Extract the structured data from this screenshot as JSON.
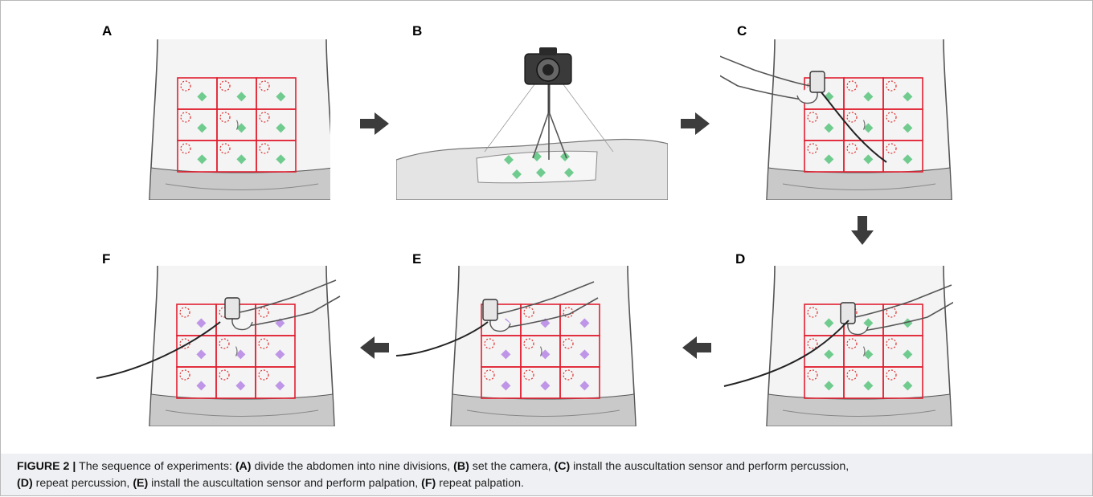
{
  "figure": {
    "panels": [
      {
        "id": "A",
        "label": "A"
      },
      {
        "id": "B",
        "label": "B"
      },
      {
        "id": "C",
        "label": "C"
      },
      {
        "id": "D",
        "label": "D"
      },
      {
        "id": "E",
        "label": "E"
      },
      {
        "id": "F",
        "label": "F"
      }
    ],
    "colors": {
      "grid": "#e02030",
      "circle": "#e03030",
      "green_marker": "#62c784",
      "purple_marker": "#b98ce6",
      "arrow": "#3c3c3c",
      "skin_line": "#555555"
    },
    "sequence_arrows": [
      "right",
      "right",
      "down",
      "left",
      "left"
    ]
  },
  "caption": {
    "figure_label": "FIGURE 2 |",
    "intro": " The sequence of experiments: ",
    "steps": [
      {
        "tag": "(A)",
        "text": " divide the abdomen into nine divisions, "
      },
      {
        "tag": "(B)",
        "text": " set the camera, "
      },
      {
        "tag": "(C)",
        "text": " install the auscultation sensor and perform percussion, "
      },
      {
        "tag": "(D)",
        "text": " repeat percussion, "
      },
      {
        "tag": "(E)",
        "text": " install the auscultation sensor and perform palpation, "
      },
      {
        "tag": "(F)",
        "text": " repeat palpation."
      }
    ]
  }
}
